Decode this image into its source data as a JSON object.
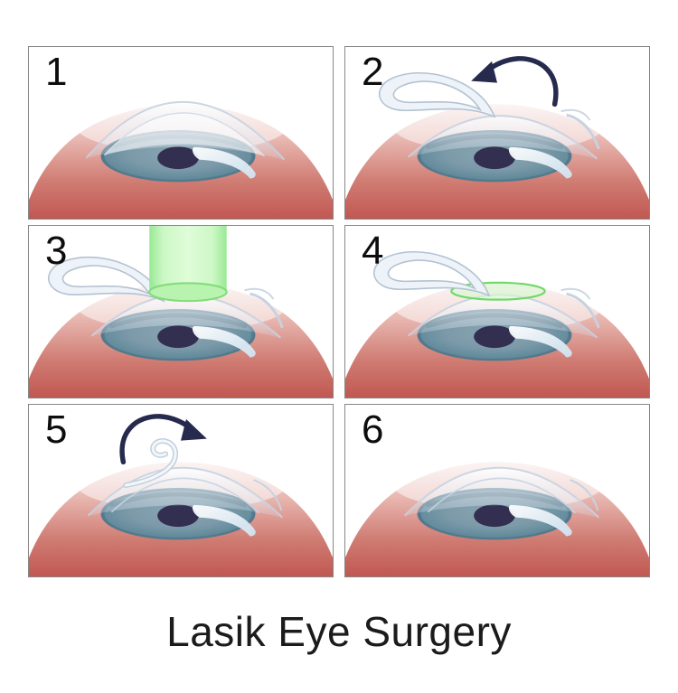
{
  "title": "Lasik Eye Surgery",
  "steps": [
    {
      "number": "1",
      "glyph": "eye-intact-cornea"
    },
    {
      "number": "2",
      "glyph": "corneal-flap-lifted",
      "icon": "curved-arrow-left"
    },
    {
      "number": "3",
      "glyph": "laser-reshaping-cornea",
      "icon": "green-laser-beam"
    },
    {
      "number": "4",
      "glyph": "treated-corneal-bed",
      "icon": "green-treatment-ring"
    },
    {
      "number": "5",
      "glyph": "flap-repositioning",
      "icon": "curved-arrow-right"
    },
    {
      "number": "6",
      "glyph": "eye-healed-flap-replaced"
    }
  ],
  "colors": {
    "background": "#ffffff",
    "panel_border": "#878787",
    "sclera_red": "#bf544e",
    "sclera_light": "#f6e9e7",
    "iris_blue": "#7b99a8",
    "iris_rim": "#50798d",
    "pupil_navy": "#322f51",
    "cornea_tint": "#dbe6f1",
    "flap_outline": "#b4c2d1",
    "laser_green": "#90e78c",
    "arrow_navy": "#262a4d",
    "text_black": "#0d0d0d"
  }
}
